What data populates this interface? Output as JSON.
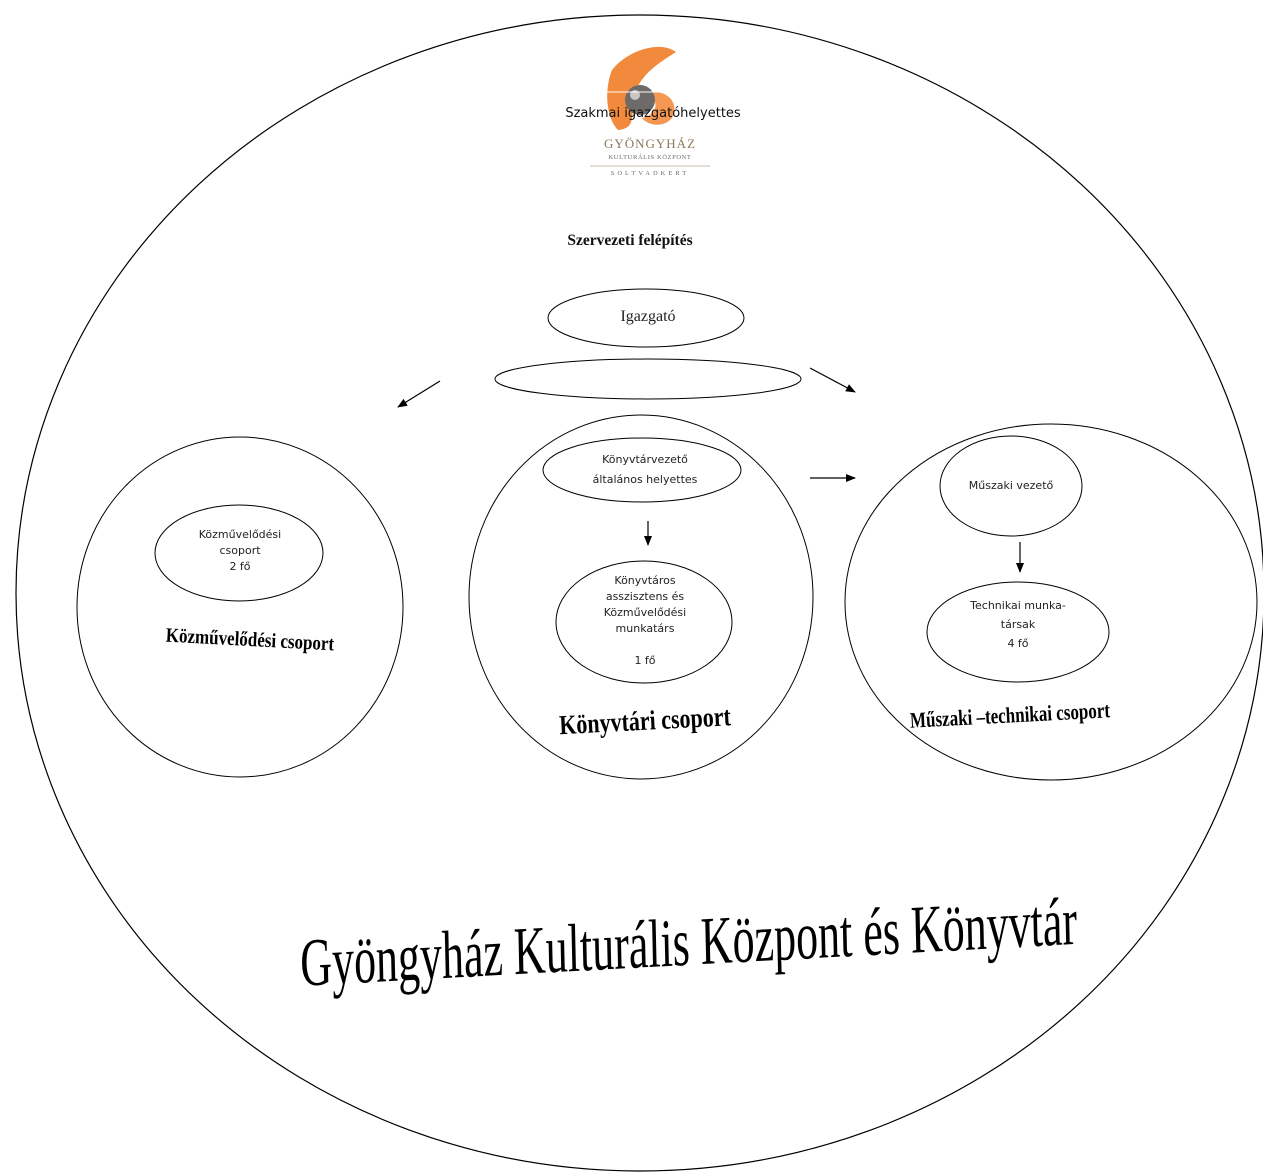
{
  "header": {
    "deputy_label": "Szakmai igazgatóhelyettes",
    "title": "Szervezeti felépítés"
  },
  "logo": {
    "brand": "GYÖNGYHÁZ",
    "subtitle": "KULTURÁLIS KÖZPONT",
    "city": "SOLTVADKERT",
    "colors": {
      "swoosh": "#f07d27",
      "pearl": "#7a7572",
      "text": "#8a7a5a"
    }
  },
  "top": {
    "director": "Igazgató"
  },
  "groups": {
    "kozmuvelodesi": {
      "node_lines": [
        "Közművelődési",
        "csoport",
        "2 fő"
      ],
      "label": "Közművelődési csoport"
    },
    "konyvtari": {
      "head_lines": [
        "Könyvtárvezető",
        "általános helyettes"
      ],
      "staff_lines": [
        "Könyvtáros",
        "asszisztens és",
        "Közművelődési",
        "munkatárs",
        "",
        "1 fő"
      ],
      "label": "Könyvtári csoport"
    },
    "muszaki": {
      "head_lines": [
        "Műszaki vezető"
      ],
      "staff_lines": [
        "Technikai munka-",
        "társak",
        "4 fő"
      ],
      "label": "Műszaki –technikai csoport"
    }
  },
  "footer": {
    "org_name": "Gyöngyház Kulturális Központ és Könyvtár"
  }
}
